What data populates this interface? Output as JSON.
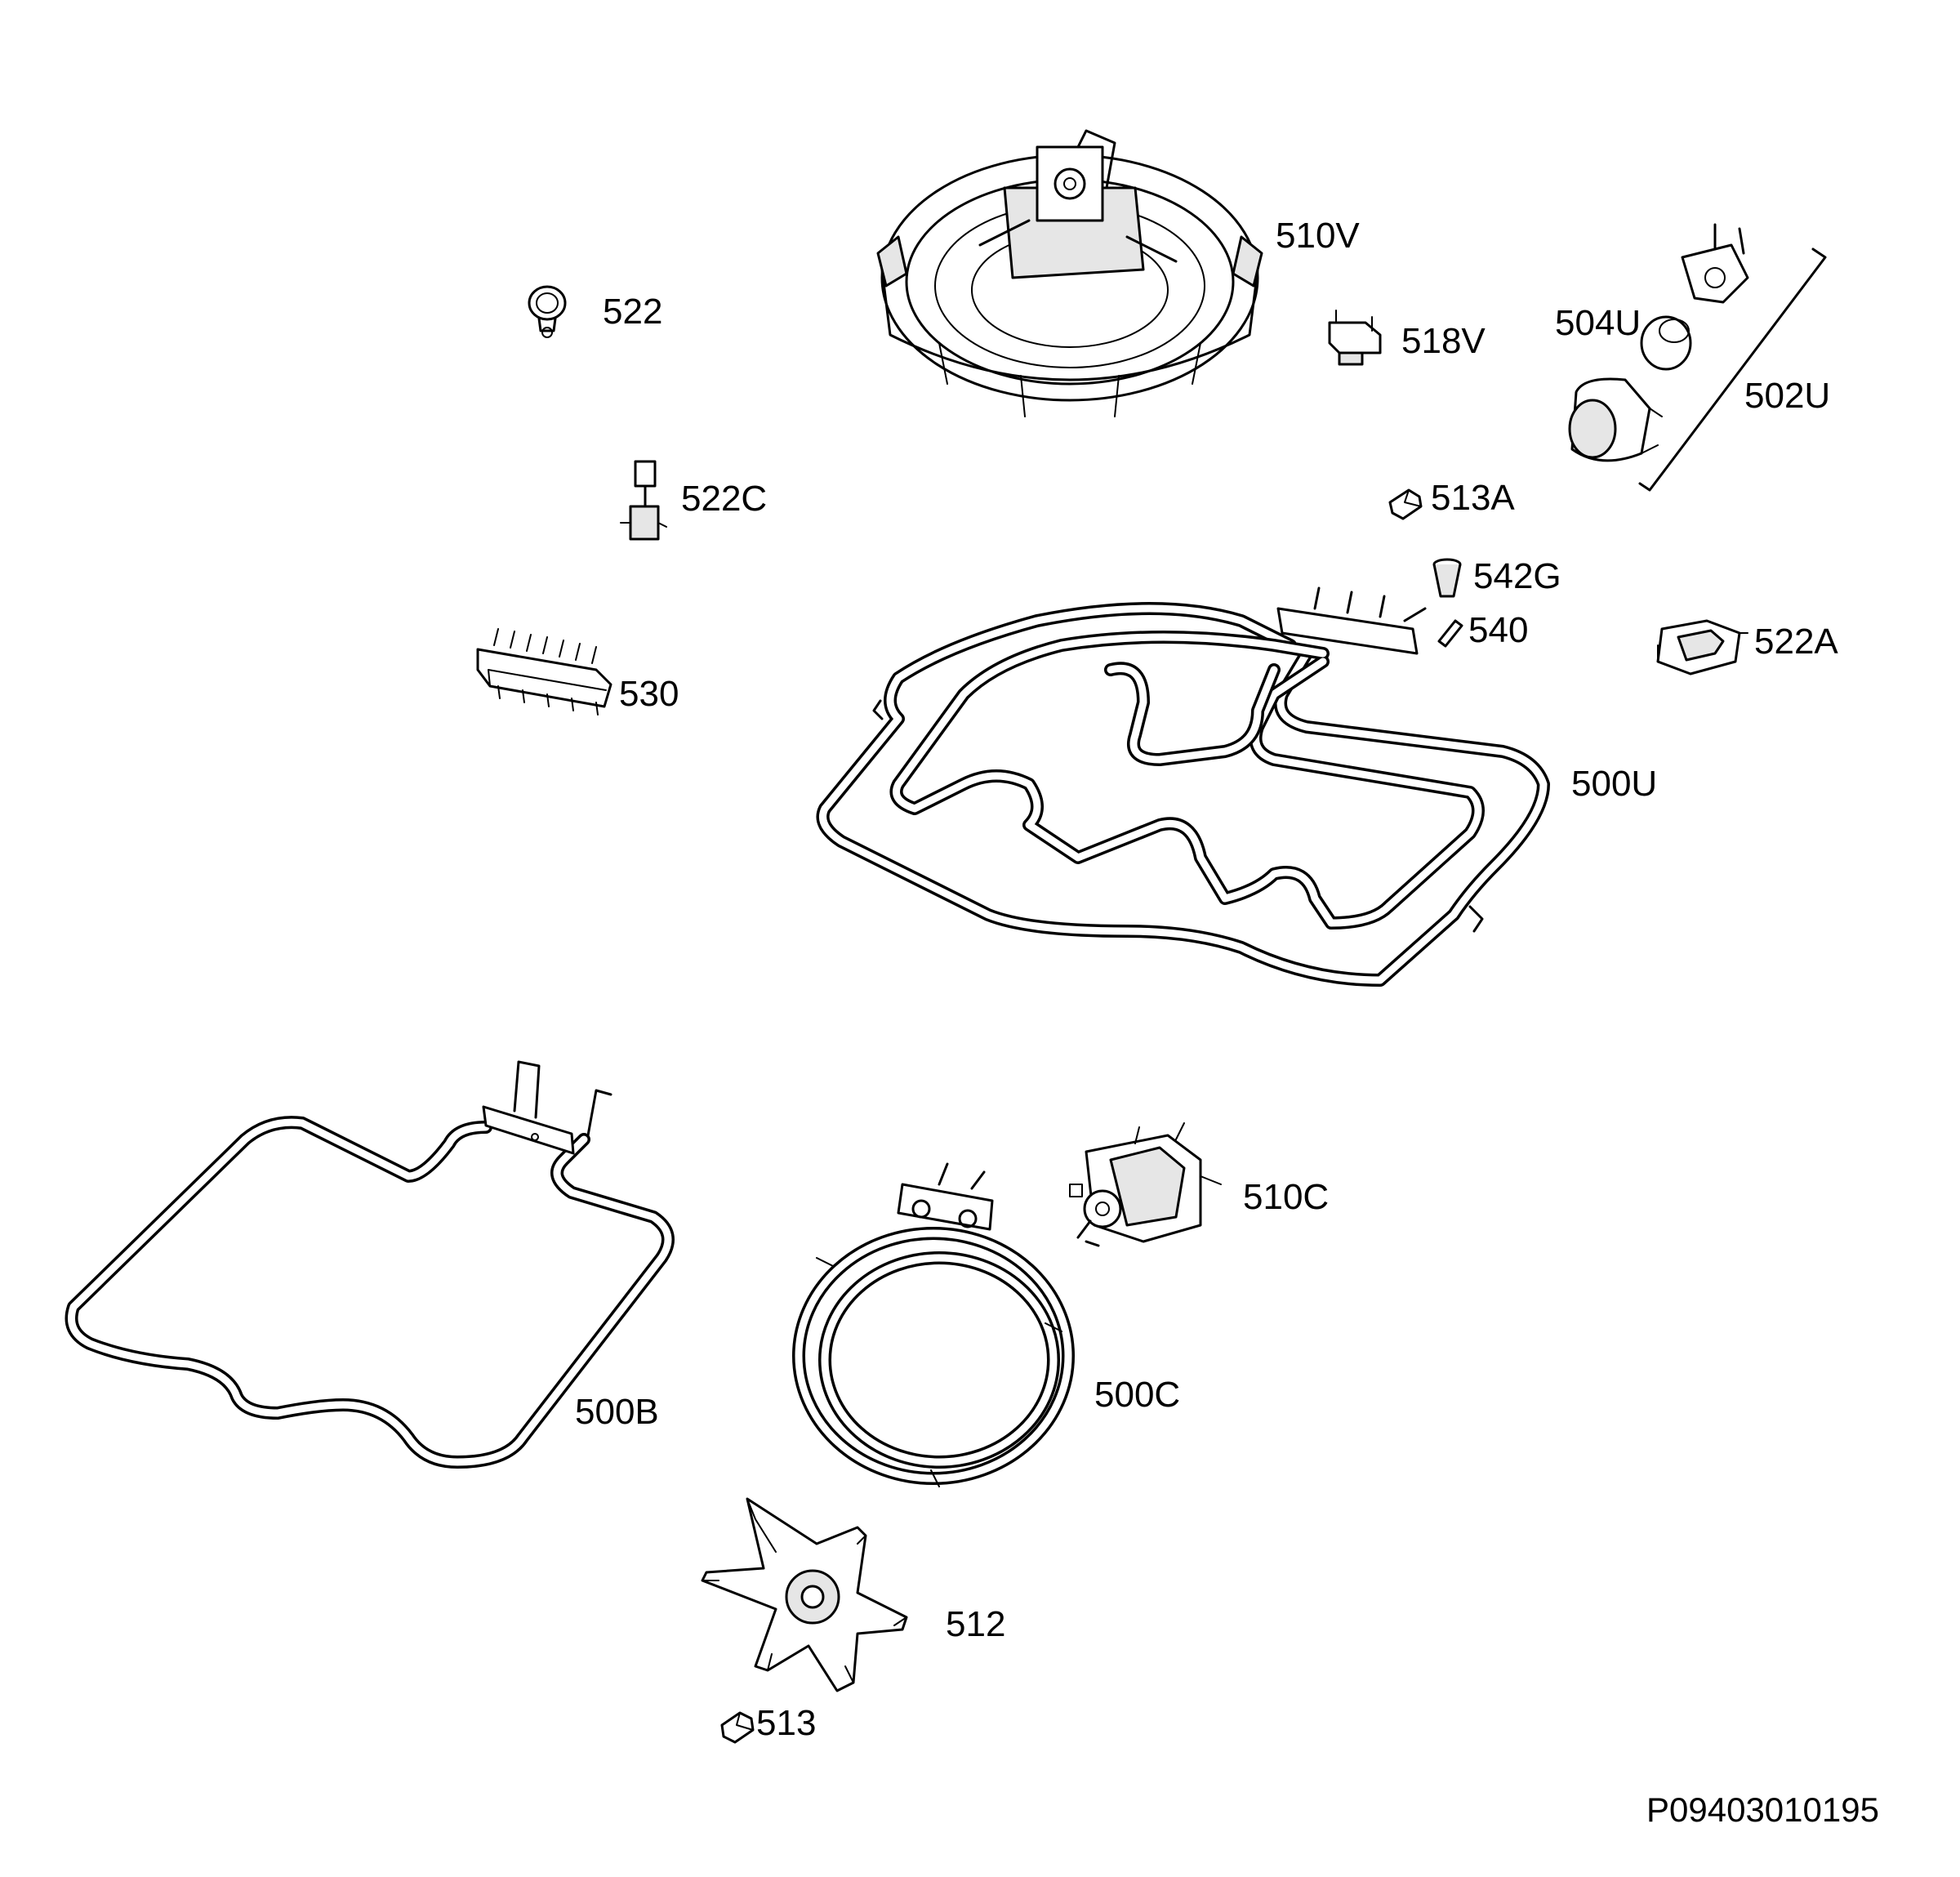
{
  "parts": [
    {
      "id": "p510V",
      "label": "510V"
    },
    {
      "id": "p522",
      "label": "522"
    },
    {
      "id": "p518V",
      "label": "518V"
    },
    {
      "id": "p504U",
      "label": "504U"
    },
    {
      "id": "p502U",
      "label": "502U"
    },
    {
      "id": "p522C",
      "label": "522C"
    },
    {
      "id": "p513A",
      "label": "513A"
    },
    {
      "id": "p542G",
      "label": "542G"
    },
    {
      "id": "p540",
      "label": "540"
    },
    {
      "id": "p522A",
      "label": "522A"
    },
    {
      "id": "p530",
      "label": "530"
    },
    {
      "id": "p500U",
      "label": "500U"
    },
    {
      "id": "p510C",
      "label": "510C"
    },
    {
      "id": "p500B",
      "label": "500B"
    },
    {
      "id": "p500C",
      "label": "500C"
    },
    {
      "id": "p512",
      "label": "512"
    },
    {
      "id": "p513",
      "label": "513"
    }
  ],
  "drawing_id": "P09403010195"
}
